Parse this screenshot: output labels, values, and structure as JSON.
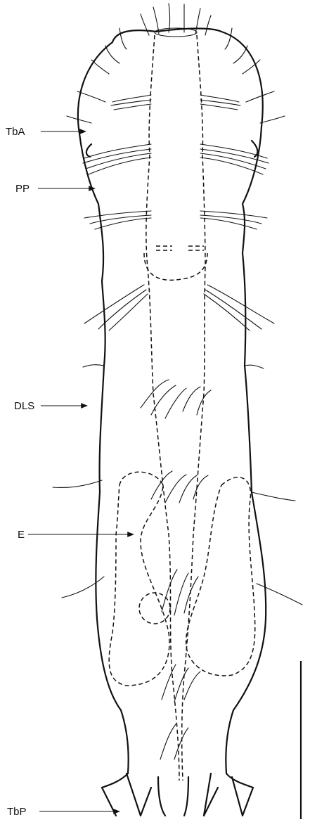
{
  "figure": {
    "labels": {
      "tba": "TbA",
      "pp": "PP",
      "dls": "DLS",
      "e": "E",
      "tbp": "TbP"
    }
  },
  "colors": {
    "ink": "#111111",
    "background": "#ffffff"
  }
}
